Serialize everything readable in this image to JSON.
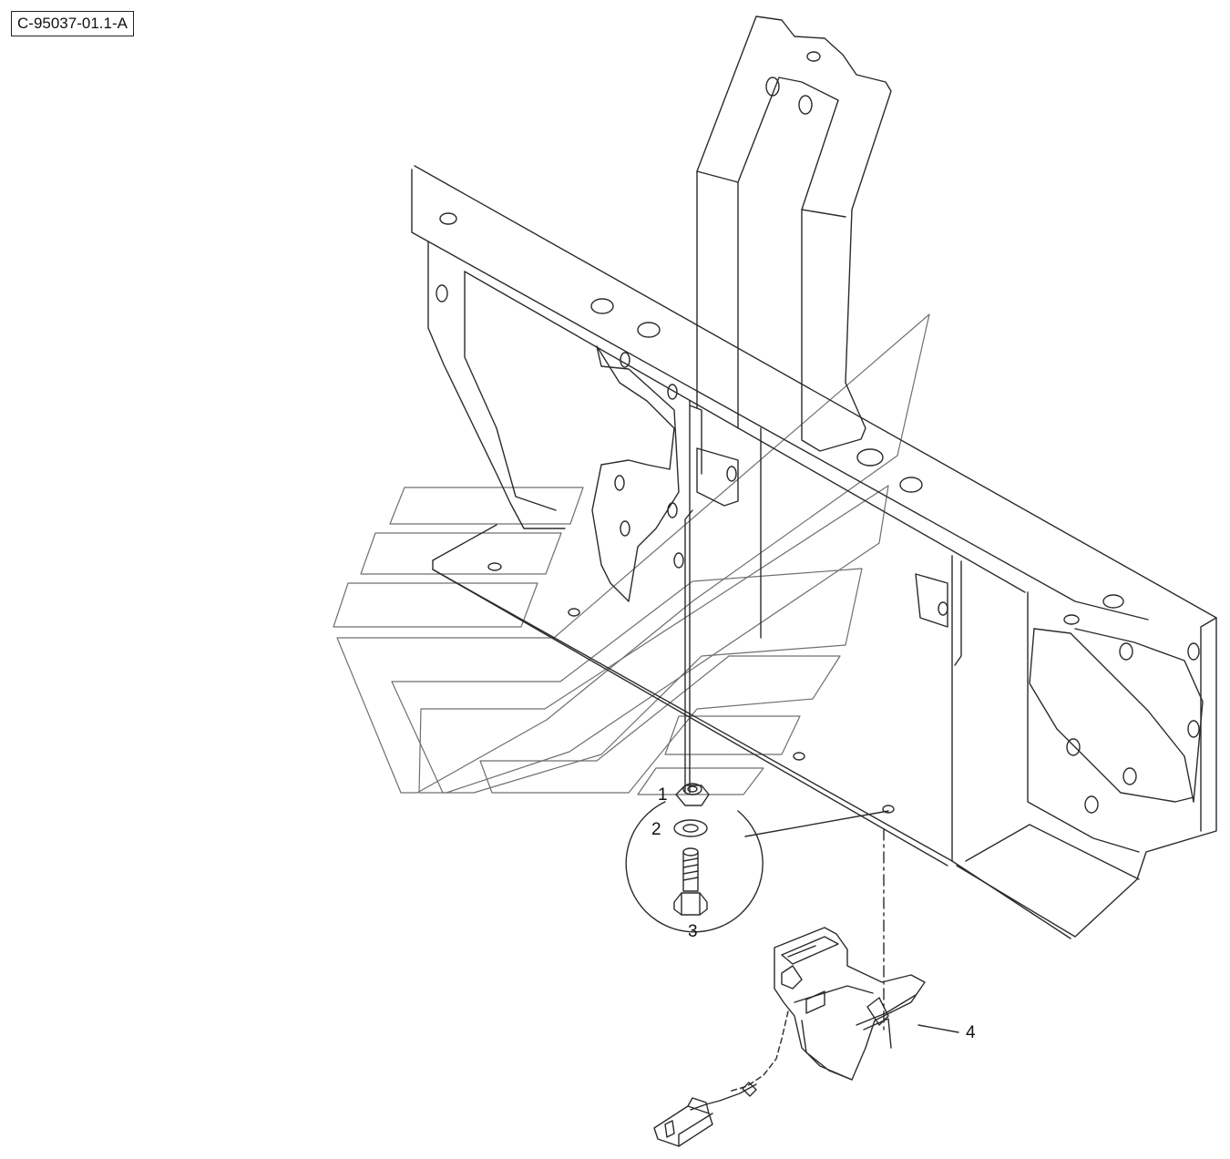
{
  "drawing": {
    "reference_code": "C-95037-01.1-A",
    "callouts": [
      {
        "number": "1",
        "part": "nut"
      },
      {
        "number": "2",
        "part": "washer"
      },
      {
        "number": "3",
        "part": "bolt"
      },
      {
        "number": "4",
        "part": "alarm-unit"
      }
    ],
    "colors": {
      "line": "#2b2b2b",
      "watermark": "#6f6f6f",
      "background": "#ffffff"
    }
  }
}
